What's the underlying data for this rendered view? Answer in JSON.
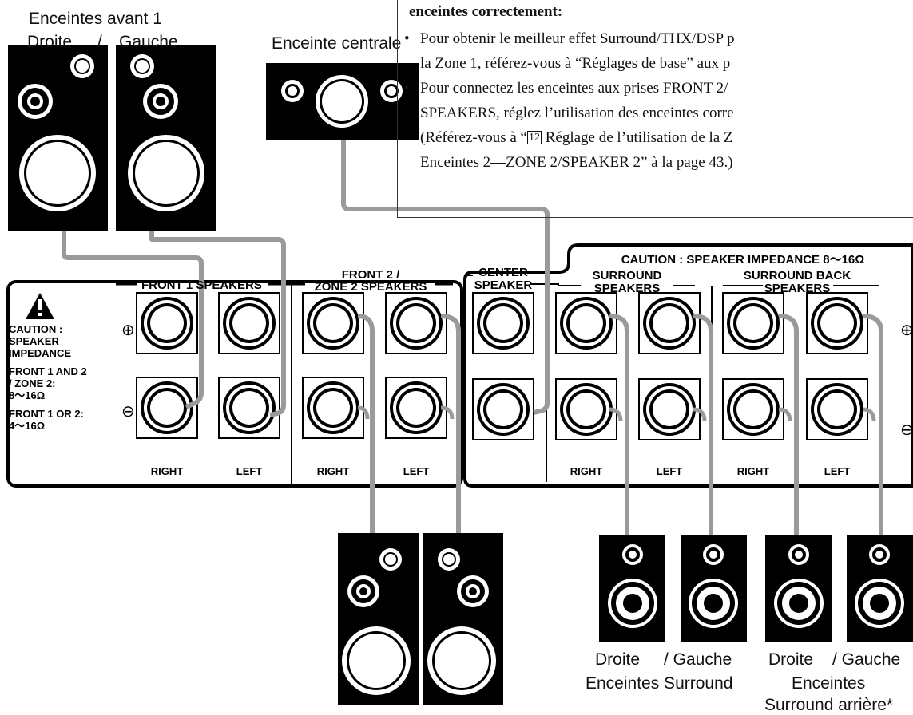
{
  "labels": {
    "front1_title": "Enceintes avant 1",
    "front1_sub_right": "Droite",
    "front1_sub_sep": "/",
    "front1_sub_left": "Gauche",
    "center_title": "Enceinte centrale",
    "surround_sub_right": "Droite",
    "surround_sub_left": "/ Gauche",
    "surround_title": "Enceintes Surround",
    "back_sub_right": "Droite",
    "back_sub_left": "/ Gauche",
    "back_title": "Enceintes",
    "back_title_2": "Surround arrière*"
  },
  "note": {
    "heading": "enceintes correctement:",
    "bullet": "•",
    "b1_line1": "Pour obtenir le meilleur effet Surround/THX/DSP p",
    "b1_line2": "la Zone 1, référez-vous à “Réglages de base” aux p",
    "b2_line1": "Pour connectez les enceintes aux prises FRONT 2/",
    "b2_line2": "SPEAKERS, réglez l’utilisation des enceintes corre",
    "b2_line3_pre": "(Référez-vous à “",
    "b2_line3_num": "12",
    "b2_line3_post": " Réglage de l’utilisation de la Z",
    "b2_line4": "Enceintes 2—ZONE 2/SPEAKER 2” à la page 43.)"
  },
  "panel": {
    "caution_top": "CAUTION : SPEAKER IMPEDANCE 8～16Ω",
    "front1_speakers": "FRONT 1 SPEAKERS",
    "front2_line1": "FRONT 2 /",
    "front2_line2": "ZONE 2 SPEAKERS",
    "center_line1": "CENTER",
    "center_line2": "SPEAKER",
    "surround_line1": "SURROUND",
    "surround_line2": "SPEAKERS",
    "sback_line1": "SURROUND BACK",
    "sback_line2": "SPEAKERS",
    "caution_l1": "CAUTION :",
    "caution_l2": "SPEAKER",
    "caution_l3": "IMPEDANCE",
    "f12_l1": "FRONT 1 AND 2",
    "f12_l2": "/ ZONE 2:",
    "f12_l3": "8～16Ω",
    "f1or2_l1": "FRONT 1 OR 2:",
    "f1or2_l2": "4～16Ω",
    "plus": "⊕",
    "minus": "⊖",
    "right": "RIGHT",
    "left": "LEFT"
  },
  "colors": {
    "ink": "#000000",
    "wire": "#9a9a9a",
    "paper": "#ffffff"
  }
}
